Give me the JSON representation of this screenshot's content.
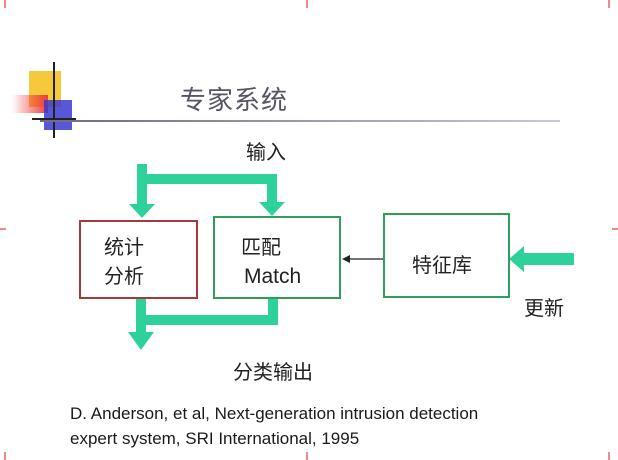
{
  "slide": {
    "title": "专家系统",
    "labels": {
      "input": "输入",
      "output": "分类输出",
      "update": "更新"
    },
    "boxes": {
      "statistics": {
        "line1": "统计",
        "line2": "分析"
      },
      "match": {
        "line1": "匹配",
        "line2": "Match"
      },
      "signature_library": {
        "label": "特征库"
      }
    },
    "citation": {
      "line1": "D. Anderson, et al, Next-generation intrusion detection",
      "line2": "expert system, SRI International, 1995"
    }
  },
  "colors": {
    "arrow_green": "#2fd19a",
    "box_green": "#2e9e58",
    "box_red": "#a43a3a"
  }
}
